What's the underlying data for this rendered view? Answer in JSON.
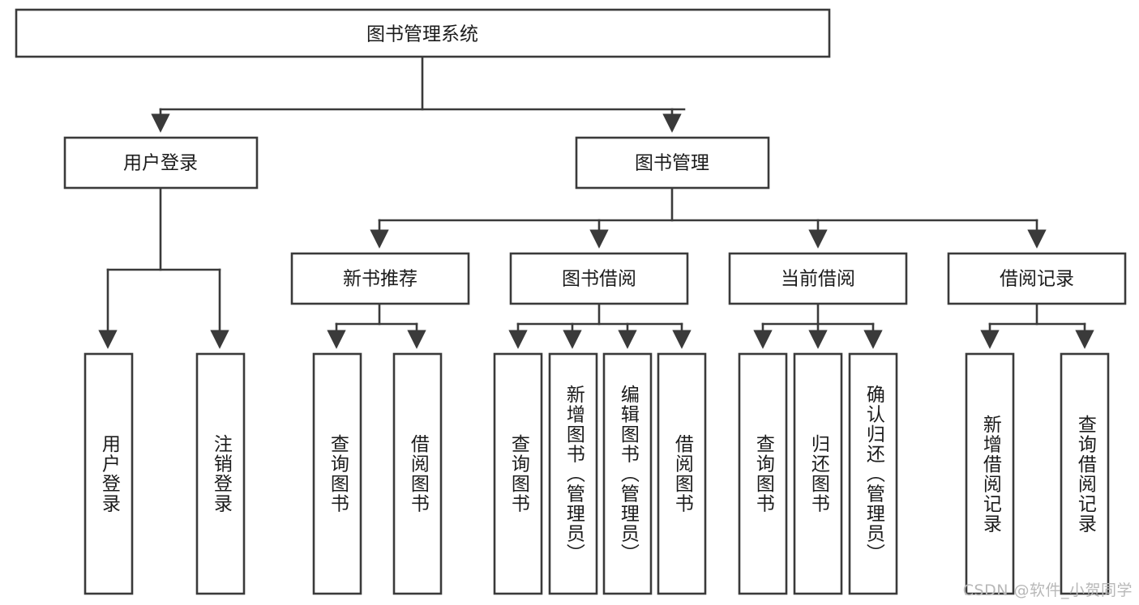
{
  "diagram": {
    "type": "tree",
    "title": "图书管理系统",
    "watermark": "CSDN @软件_小贺同学",
    "colors": {
      "stroke": "#3a3a3a",
      "fill": "#ffffff",
      "text": "#1b1b1b",
      "watermark": "#b8b8b8",
      "background": "#ffffff"
    },
    "levels": {
      "root": {
        "label": "图书管理系统"
      },
      "level2": [
        {
          "label": "用户登录"
        },
        {
          "label": "图书管理"
        }
      ],
      "level3": [
        {
          "label": "新书推荐"
        },
        {
          "label": "图书借阅"
        },
        {
          "label": "当前借阅"
        },
        {
          "label": "借阅记录"
        }
      ],
      "leaves": [
        {
          "label": "用户登录",
          "parent": "用户登录"
        },
        {
          "label": "注销登录",
          "parent": "用户登录"
        },
        {
          "label": "查询图书",
          "parent": "新书推荐"
        },
        {
          "label": "借阅图书",
          "parent": "新书推荐"
        },
        {
          "label": "查询图书",
          "parent": "图书借阅"
        },
        {
          "label": "新增图书（管理员）",
          "parent": "图书借阅"
        },
        {
          "label": "编辑图书（管理员）",
          "parent": "图书借阅"
        },
        {
          "label": "借阅图书",
          "parent": "图书借阅"
        },
        {
          "label": "查询图书",
          "parent": "当前借阅"
        },
        {
          "label": "归还图书",
          "parent": "当前借阅"
        },
        {
          "label": "确认归还（管理员）",
          "parent": "当前借阅"
        },
        {
          "label": "新增借阅记录",
          "parent": "借阅记录"
        },
        {
          "label": "查询借阅记录",
          "parent": "借阅记录"
        }
      ]
    }
  }
}
